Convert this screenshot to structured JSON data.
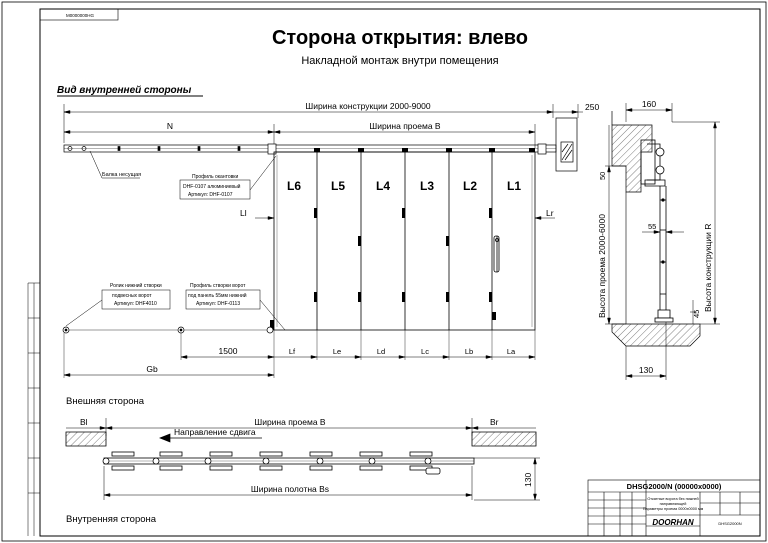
{
  "header": {
    "doc_code": "M0000000HG",
    "title": "Сторона открытия: влево",
    "subtitle": "Накладной монтаж внутри помещения"
  },
  "section_label": "Вид внутренней стороны",
  "front_view": {
    "dim_overall": "Ширина конструкции   2000-9000",
    "dim_250": "250",
    "dim_N": "N",
    "dim_opening": "Ширина проема   B",
    "panels": [
      "L6",
      "L5",
      "L4",
      "L3",
      "L2",
      "L1"
    ],
    "dim_Ll": "Ll",
    "dim_Lr": "Lr",
    "beam_note": "Балка несущая",
    "edge_profile": [
      "Профиль окантовки",
      "DHF-0107 алюминиевый",
      "Артикул: DHF-0107"
    ],
    "roller_note": [
      "Ролик нижний створки",
      "подвесных ворот",
      "Артикул: DHF4010"
    ],
    "bottom_profile": [
      "Профиль створки ворот",
      "под панель 55мм нижний",
      "Артикул: DHF-0113"
    ],
    "dim_1500": "1500",
    "bottom_dims": [
      "Lf",
      "Le",
      "Ld",
      "Lc",
      "Lb",
      "La"
    ],
    "dim_Gb": "Gb"
  },
  "side_view": {
    "dim_160": "160",
    "dim_50": "50",
    "dim_55": "55",
    "dim_45": "45",
    "dim_130": "130",
    "height_label": "Высота проема   2000-6000",
    "construct_label": "Высота конструкции   R"
  },
  "plan_view": {
    "outer_side": "Внешняя сторона",
    "inner_side": "Внутренняя сторона",
    "dim_Bl": "Bl",
    "dim_Br": "Br",
    "opening": "Ширина проема   B",
    "slide_direction": "Направление сдвига",
    "leaf_width": "Ширина полотна   Bs",
    "dim_130": "130"
  },
  "title_block": {
    "code": "DHSG2000/N (00000x0000)",
    "desc": [
      "Откатные ворота без нижней",
      "направляющей",
      "Параметры проема 0000х0000 мм"
    ],
    "logo": "DOORHAN",
    "doc_no": "DHSG2000N"
  }
}
